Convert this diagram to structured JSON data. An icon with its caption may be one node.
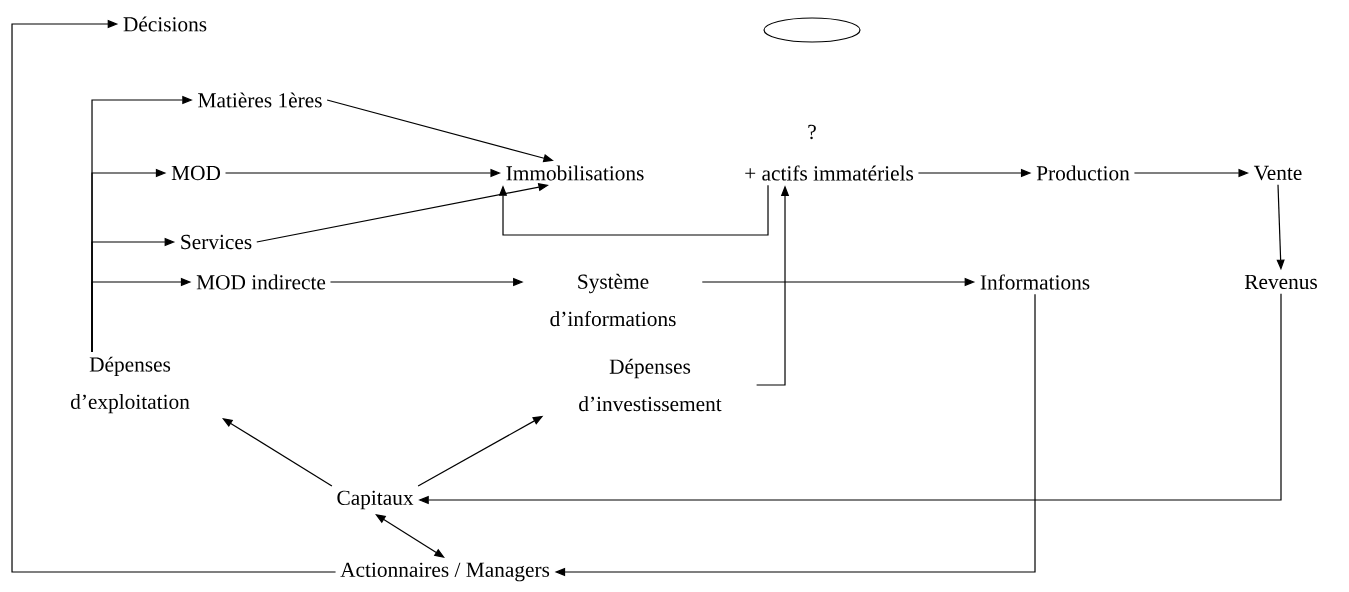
{
  "diagram": {
    "nodes": [
      {
        "text": [
          "Décisions"
        ]
      },
      {
        "text": [],
        "shape": "ellipse"
      },
      {
        "text": [
          "Matières 1ères"
        ]
      },
      {
        "text": [
          "MOD"
        ]
      },
      {
        "text": [
          "Immobilisations"
        ]
      },
      {
        "text": [
          "+ actifs immatériels"
        ]
      },
      {
        "text": [
          "Production"
        ]
      },
      {
        "text": [
          "Vente"
        ]
      },
      {
        "text": [
          "Services"
        ]
      },
      {
        "text": [
          "MOD indirecte"
        ]
      },
      {
        "text": [
          "Système d’informations"
        ]
      },
      {
        "text": [
          "Informations"
        ]
      },
      {
        "text": [
          "Revenus"
        ]
      },
      {
        "text": [
          "Dépenses d’exploitation"
        ]
      },
      {
        "text": [
          "Dépenses d’investissement"
        ]
      },
      {
        "text": [
          "Capitaux"
        ]
      },
      {
        "text": [
          "Actionnaires / Managers"
        ]
      }
    ],
    "edges": [
      {
        "from": 16,
        "to": 0,
        "arrow": "to"
      },
      {
        "from": 13,
        "to": 2,
        "arrow": "to"
      },
      {
        "from": 13,
        "to": 3,
        "arrow": "to"
      },
      {
        "from": 13,
        "to": 8,
        "arrow": "to"
      },
      {
        "from": 13,
        "to": 9,
        "arrow": "to"
      },
      {
        "from": 2,
        "to": 4,
        "arrow": "to"
      },
      {
        "from": 3,
        "to": 4,
        "arrow": "to"
      },
      {
        "from": 8,
        "to": 4,
        "arrow": "to"
      },
      {
        "from": 5,
        "to": 4,
        "arrow": "to"
      },
      {
        "from": 5,
        "to": 6,
        "arrow": "to"
      },
      {
        "from": 6,
        "to": 7,
        "arrow": "to"
      },
      {
        "from": 7,
        "to": 12,
        "arrow": "to"
      },
      {
        "from": 9,
        "to": 10,
        "arrow": "to"
      },
      {
        "from": 10,
        "to": 11,
        "arrow": "to"
      },
      {
        "from": 14,
        "to": 5,
        "arrow": "to"
      },
      {
        "from": 15,
        "to": 13,
        "arrow": "to"
      },
      {
        "from": 15,
        "to": 14,
        "arrow": "to"
      },
      {
        "from": 12,
        "to": 15,
        "arrow": "to"
      },
      {
        "from": 11,
        "to": 16,
        "arrow": "to"
      },
      {
        "from": 15,
        "to": 16,
        "arrow": "both"
      }
    ],
    "labels": [
      "?"
    ]
  }
}
